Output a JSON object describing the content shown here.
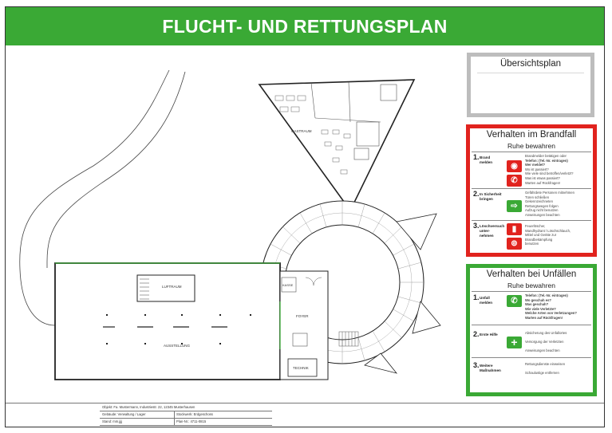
{
  "header": {
    "title": "FLUCHT- UND RETTUNGSPLAN"
  },
  "plan": {
    "labels": {
      "gastraum": "GASTRAUM",
      "luftraum": "LUFTRAUM",
      "ausstellung": "AUSSTELLUNG",
      "foyer": "FOYER",
      "kasse": "KASSE",
      "technik": "TECHNIK"
    }
  },
  "overview": {
    "title": "Übersichtsplan"
  },
  "fire_panel": {
    "title": "Verhalten im Brandfall",
    "subtitle": "Ruhe bewahren",
    "accent": "#e1231e",
    "steps": [
      {
        "number": "1.",
        "label": "Brand melden",
        "icons": [
          "fire-alarm-icon",
          "phone-icon"
        ],
        "lines": [
          "Brandmelder betätigen oder",
          "Telefon:  (Tel.-Nr. eintragen)",
          "Wer meldet?",
          "Wo ist passiert?",
          "Wie viele sind betroffen/verletzt?",
          "Was ist etwas passiert?",
          "Warten auf Rückfragen!"
        ]
      },
      {
        "number": "2.",
        "label": "In Sicherheit bringen",
        "icons": [
          "emergency-exit-icon"
        ],
        "lines": [
          "Gefährdete Personen mitnehmen",
          "Türen schließen",
          "Gekennzeichneten",
          "Rettungswegen folgen",
          "Aufzug nicht benutzen",
          "Anweisungen beachten"
        ]
      },
      {
        "number": "3.",
        "label": "Löschversuch unter- nehmen",
        "icons": [
          "fire-extinguisher-icon",
          "fire-hose-icon"
        ],
        "lines": [
          "Feuerlöscher,",
          "Wandhydrant / Löschschlauch,",
          "Mittel und Geräte zur",
          "Brandbekämpfung",
          "benutzen"
        ]
      }
    ]
  },
  "accident_panel": {
    "title": "Verhalten bei Unfällen",
    "subtitle": "Ruhe bewahren",
    "accent": "#3aa935",
    "steps": [
      {
        "number": "1.",
        "label": "Unfall melden",
        "icons": [
          "phone-icon"
        ],
        "lines": [
          "Telefon:  (Tel.-Nr. eintragen)",
          "Wo geschah es?",
          "Was geschah?",
          "Wie viele Verletzte?",
          "Welche Arten von Verletzungen?",
          "Warten auf Rückfragen!"
        ]
      },
      {
        "number": "2.",
        "label": "Erste Hilfe",
        "icons": [
          "first-aid-icon"
        ],
        "lines": [
          "Absicherung des Unfallortes",
          "",
          "Versorgung der Verletzten",
          "",
          "Anweisungen beachten"
        ]
      },
      {
        "number": "3.",
        "label": "Weitere Maßnahmen",
        "icons": [],
        "lines": [
          "Rettungsdienste einweisen",
          "",
          "Schaulustige entfernen"
        ]
      }
    ]
  },
  "titleblock": {
    "objekt": "Objekt:  Fa. Mustermann, Industriestr. 22, 12345 Musterhausen",
    "gebaeude": "Gebäude:  Verwaltung / Lager",
    "stockwerk": "Stockwerk:  Erdgeschoss",
    "stand": "Stand:  mm.jjjj",
    "plan_nr": "Plan-Nr.:  4711-0815"
  }
}
